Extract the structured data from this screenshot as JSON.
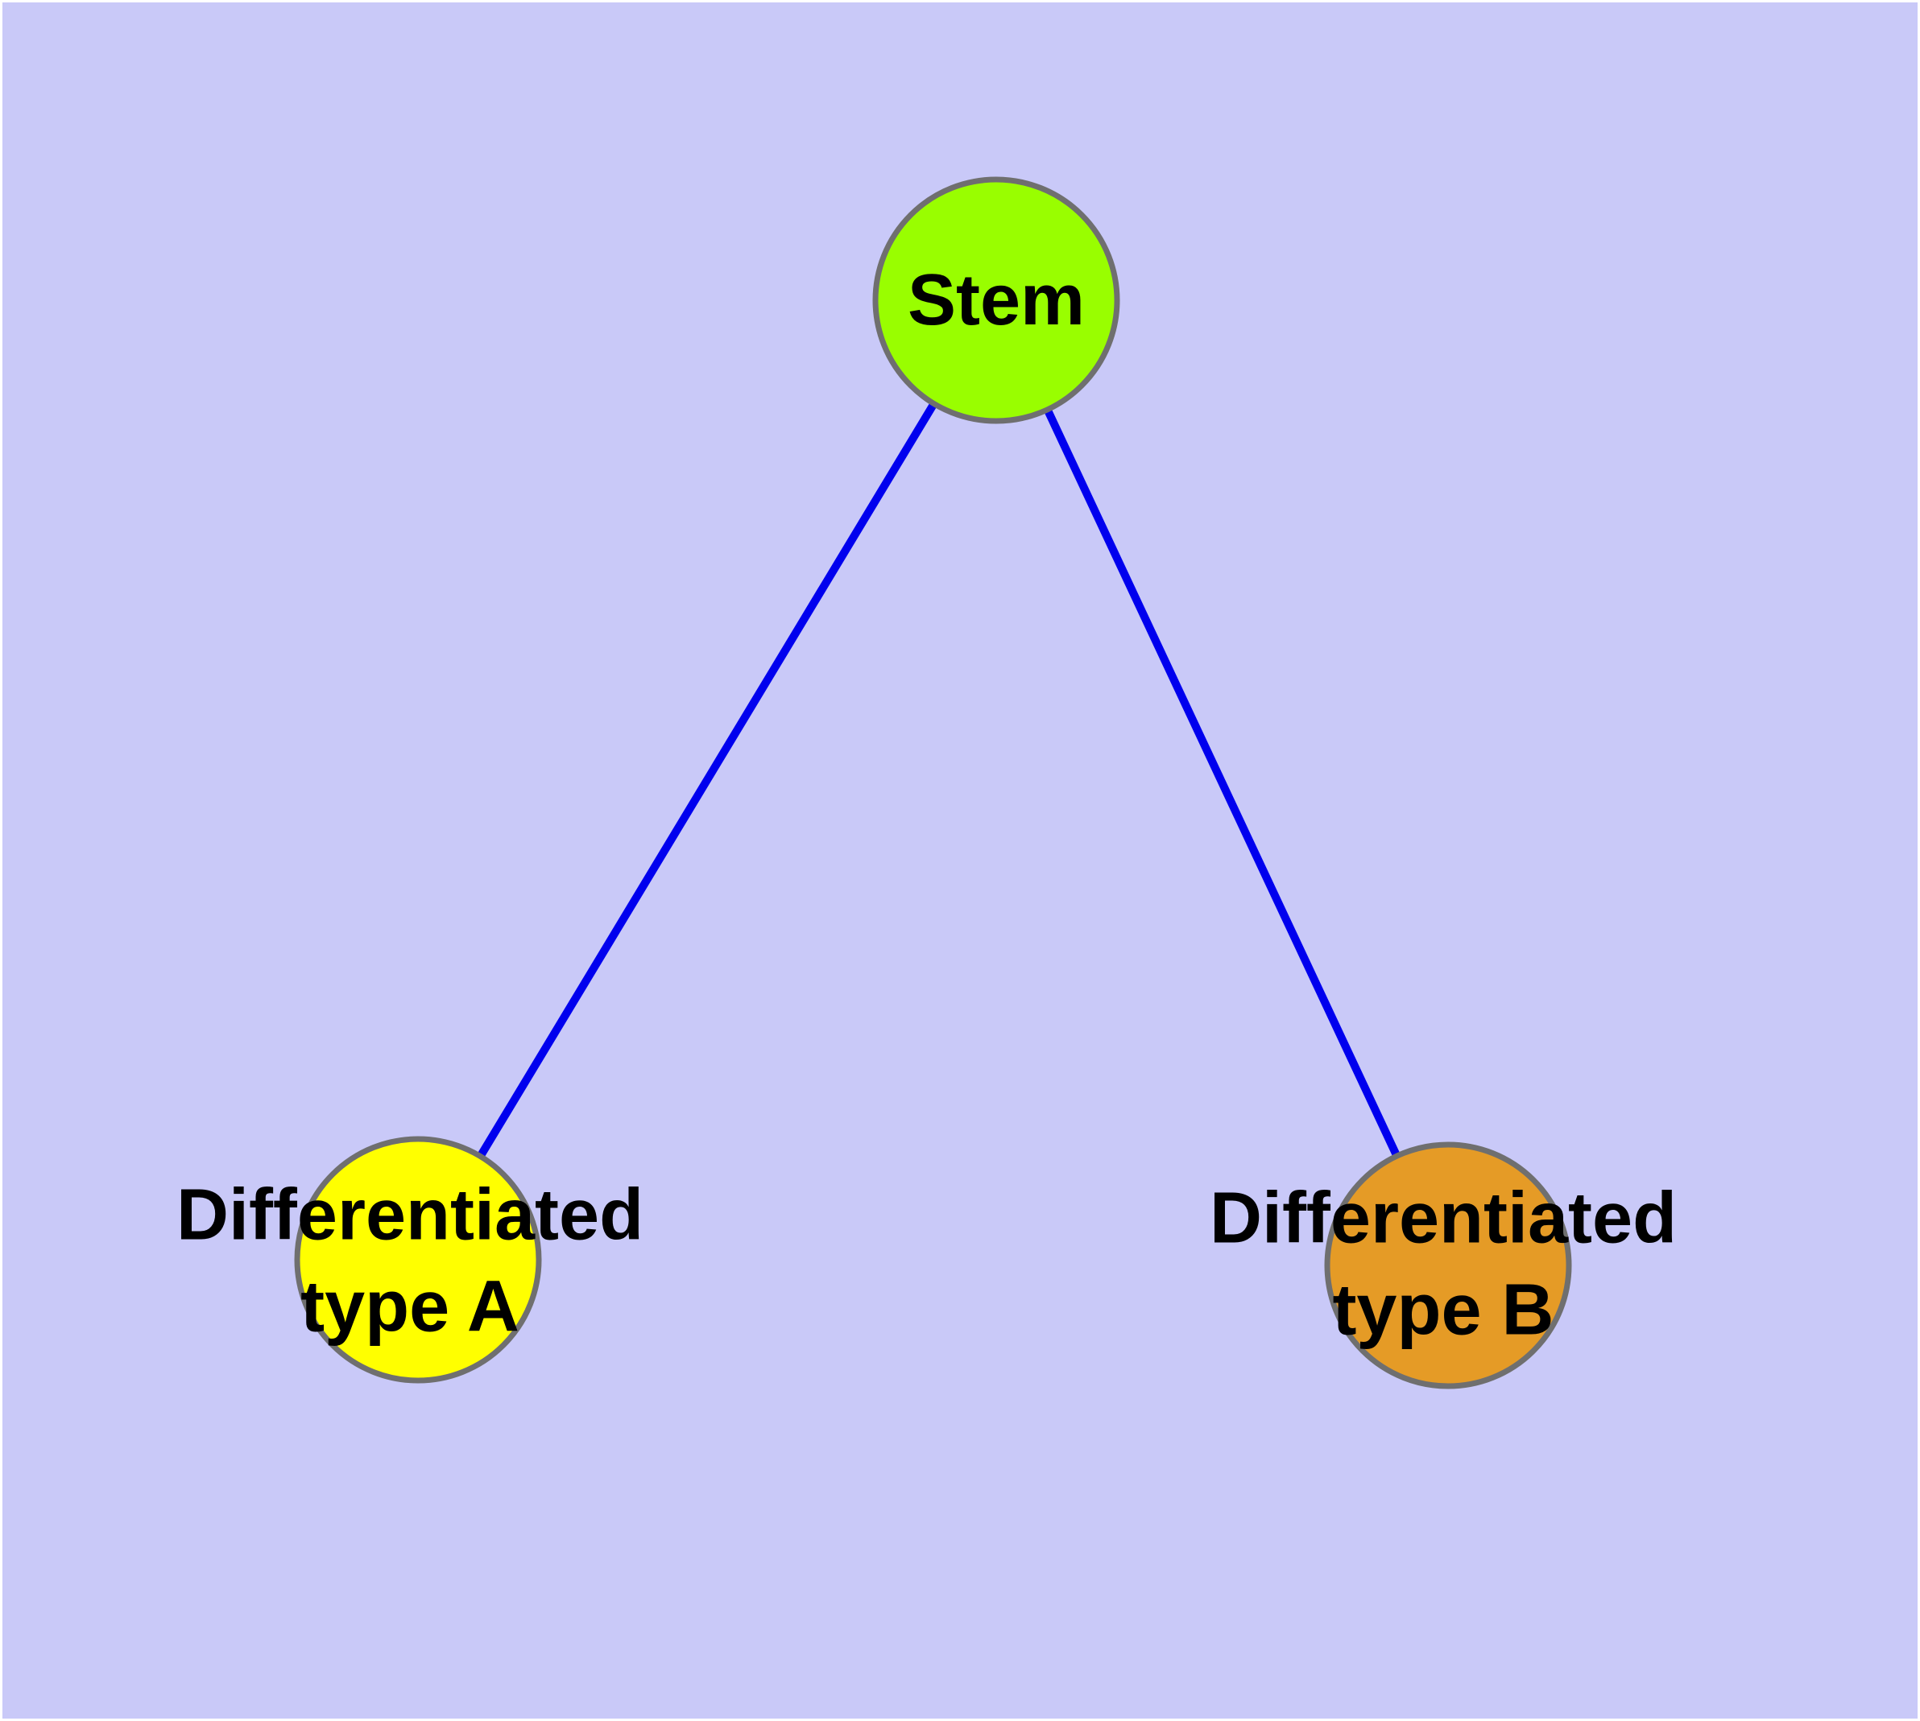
{
  "diagram": {
    "background_color": "#C9C9F8",
    "edge_color": "#0000EE",
    "node_border_color": "#6F6F6F",
    "text_color": "#000000",
    "nodes": {
      "stem": {
        "label": "Stem",
        "fill": "#99FE00"
      },
      "type_a": {
        "label": "Differentiated\ntype A",
        "fill": "#FFFF00"
      },
      "type_b": {
        "label": "Differentiated\ntype B",
        "fill": "#E59B26"
      }
    },
    "edges": [
      {
        "from": "Stem",
        "to": "Differentiated type A"
      },
      {
        "from": "Stem",
        "to": "Differentiated type B"
      }
    ]
  }
}
